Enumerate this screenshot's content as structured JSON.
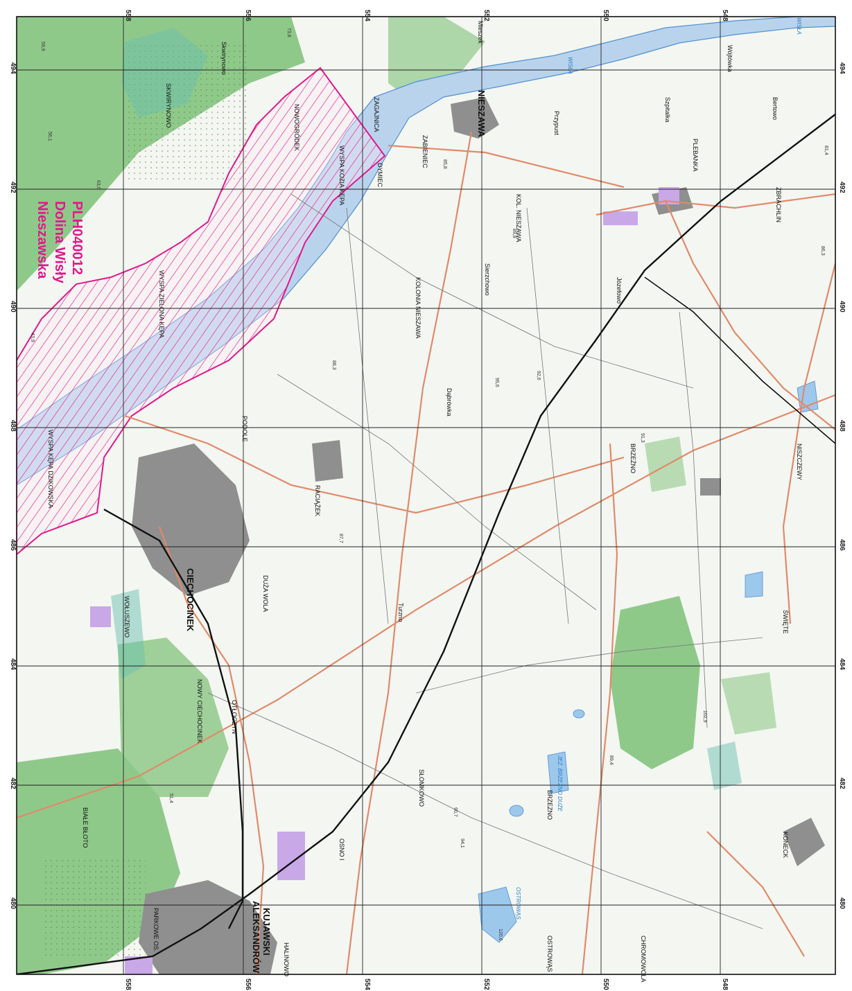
{
  "map": {
    "colors": {
      "background": "#f4f6f1",
      "forest": "#8fc98a",
      "river": "#b9d3ec",
      "river_edge": "#4f8fd0",
      "road": "#e08a6a",
      "railway": "#111111",
      "grid": "#222222",
      "natura_outline": "#e2188c",
      "natura_fill": "#b58ee0",
      "built_up": "#8f8f8f",
      "industrial": "#c9a8e8"
    },
    "grid_ticks": {
      "top": [
        "558",
        "556",
        "554",
        "552",
        "550",
        "548"
      ],
      "bottom": [
        "558",
        "556",
        "554",
        "552",
        "550",
        "548"
      ],
      "left": [
        "494",
        "492",
        "490",
        "488",
        "486",
        "484",
        "482",
        "480"
      ],
      "right": [
        "494",
        "492",
        "490",
        "488",
        "486",
        "484",
        "482",
        "480"
      ]
    },
    "protected_area": {
      "line1": "Nieszawska",
      "line2": "Dolina Wisły",
      "line3": "PLH040012"
    },
    "towns": {
      "ciechocinek": "CIECHOCINEK",
      "aleksandrow": "ALEKSANDRÓW",
      "kujawski": "KUJAWSKI",
      "nieszawa": "NIESZAWA"
    },
    "places": {
      "skwirynowo": "Skwirynowo",
      "skwirynowo_caps": "SKWIRYNOWO",
      "nowogrodek": "NOWOGRÓDEK",
      "zagajnica": "ZAGAJNICA",
      "dymiec": "DYMIEC",
      "zabieniec": "ZABIENIEC",
      "kol_nieszawa": "KOL. NIESZAWA",
      "kolonia_nieszawa": "KOLONIA NIESZAWA",
      "wypsa_zielona_kepa": "WYSPA ZIELONA KĘPA",
      "wypsa_kozia_kepa": "WYSPA KOZIA KĘPA",
      "wypsa_kepa_dzikowska": "WYSPA KĘPA DZIKOWSKA",
      "podole": "PODOLE",
      "raciazek": "RACIĄŻEK",
      "duza_wola": "DUŻA WOLA",
      "nowy_ciechocinek": "NOWY CIECHOCINEK",
      "otloczyn": "OTŁOCZYN",
      "slomkowo": "SŁOMKOWO",
      "brzezno": "BRZEZNO",
      "ostrowas": "OSTROWĄS",
      "chromowola": "CHROMOWOLA",
      "konecki": "KONECK",
      "swiete": "ŚWIĘTE",
      "niszczewy": "NISZCZEWY",
      "zbrachlin": "ZBRACHLIN",
      "plebanka": "PLEBANKA",
      "brzeno": "BRZEŹNO",
      "turzno": "Turzno",
      "dabrowka": "Dąbrówka",
      "sierzchowo": "Sierzchowo",
      "jozefowo": "Józefowo",
      "wolusz": "WOŁUSZEWO",
      "biale_bloto": "BIAŁE BŁOTO",
      "parkowe": "PARKOWE OS.",
      "halinowo": "HALINOWO",
      "osno": "OSNO I",
      "przypust": "Przypust",
      "woloka": "Wójtówka",
      "bertowo": "Bertowo",
      "szpitalka": "Szpitalka",
      "mieszek": "Mieszek"
    },
    "water_labels": {
      "wisla1": "WISŁA",
      "wisla2": "WISŁA",
      "jez_ostrowas": "OSTROWĄS",
      "jez_brzezno": "JEZ. BRZEZNO DUŻE"
    },
    "elevations": {
      "e1": "59,9",
      "e2": "73,8",
      "e3": "56,1",
      "e4": "63,6",
      "e5": "43,9",
      "e6": "85,8",
      "e7": "89,8",
      "e8": "88,3",
      "e9": "92,6",
      "e10": "91,3",
      "e11": "102,9",
      "e12": "90,7",
      "e13": "94,1",
      "e14": "120,6",
      "e15": "89,4",
      "e16": "87,7",
      "e17": "95,6",
      "e18": "81,4",
      "e19": "86,3",
      "e20": "51,4"
    }
  }
}
